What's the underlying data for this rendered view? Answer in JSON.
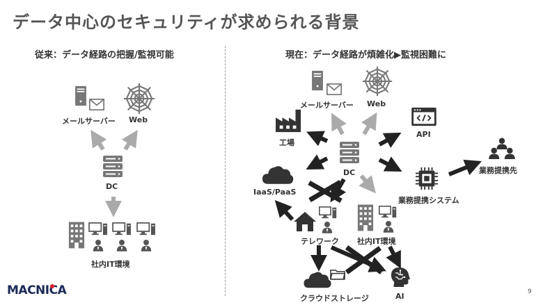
{
  "title": "データ中心のセキュリティが求められる背景",
  "left_section": {
    "heading": "従来：データ経路の把握/監視可能",
    "labels": {
      "mail_server": "メールサーバー",
      "web": "Web",
      "dc": "DC",
      "office": "社内IT環境"
    }
  },
  "right_section": {
    "heading": "現在：データ経路が煩雑化▶監視困難に",
    "labels": {
      "mail_server": "メールサーバー",
      "web": "Web",
      "factory": "工場",
      "api": "API",
      "dc": "DC",
      "iaas": "IaaS/PaaS",
      "business_system": "業務提携システム",
      "business_partner": "業務提携先",
      "telework": "テレワーク",
      "office": "社内IT環境",
      "cloud_storage": "クラウドストレージ",
      "ai": "AI"
    }
  },
  "footer": {
    "logo": "MACNICA",
    "page": "9"
  },
  "colors": {
    "icon_dark": "#333333",
    "icon_gray": "#777777",
    "arrow_light": "#aaaaaa",
    "brand_red": "#e31e24",
    "brand_navy": "#1d2a57"
  }
}
